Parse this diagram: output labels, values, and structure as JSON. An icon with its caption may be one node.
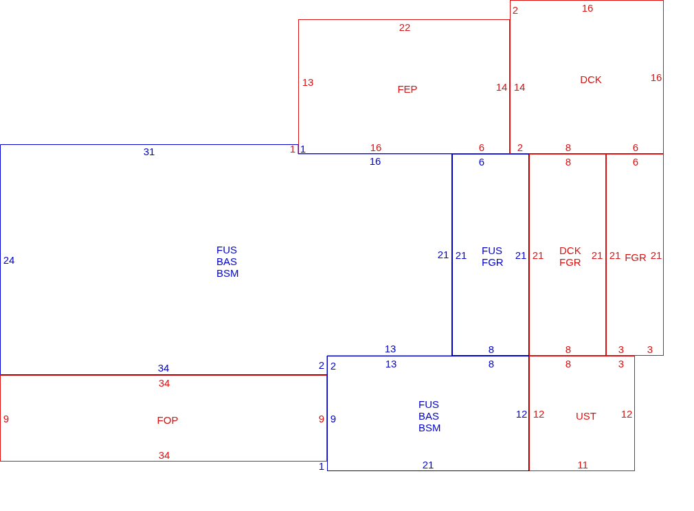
{
  "diagram": {
    "nodes": [
      {
        "text": [
          "2",
          "16",
          "14",
          "DCK",
          "16",
          "2",
          "8",
          "6"
        ]
      },
      {
        "text": [
          "22",
          "13",
          "FEP",
          "14",
          "16",
          "6"
        ]
      },
      {
        "text": [
          "31",
          "16",
          "24",
          "FUS BAS BSM",
          "21",
          "13",
          "2",
          "34"
        ]
      },
      {
        "text": [
          "6",
          "21",
          "FUS FGR",
          "21",
          "8"
        ]
      },
      {
        "text": [
          "8",
          "21",
          "DCK FGR",
          "21",
          "8"
        ]
      },
      {
        "text": [
          "6",
          "21",
          "FGR",
          "21",
          "3",
          "3"
        ]
      },
      {
        "text": [
          "34",
          "9",
          "FOP",
          "9",
          "34"
        ]
      },
      {
        "text": [
          "2",
          "13",
          "8",
          "9",
          "FUS BAS BSM",
          "12",
          "21"
        ]
      },
      {
        "text": [
          "8",
          "3",
          "12",
          "UST",
          "12",
          "11"
        ]
      }
    ],
    "labels": [
      "1",
      "1",
      "1"
    ]
  }
}
